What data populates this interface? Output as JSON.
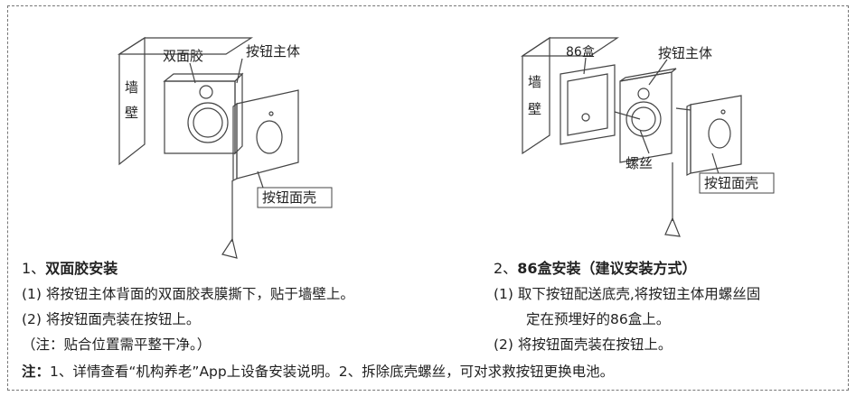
{
  "figure1": {
    "label_tape": "双面胶",
    "label_body": "按钮主体",
    "label_wall_1": "墙",
    "label_wall_2": "壁",
    "label_cover": "按钮面壳"
  },
  "figure2": {
    "label_box": "86盒",
    "label_body": "按钮主体",
    "label_wall_1": "墙",
    "label_wall_2": "壁",
    "label_screw": "螺丝",
    "label_cover": "按钮面壳"
  },
  "section1": {
    "num": "1、",
    "title": "双面胶安装",
    "step1": "(1) 将按钮主体背面的双面胶表膜撕下，贴于墙壁上。",
    "step2": "(2) 将按钮面壳装在按钮上。",
    "step3": "（注：贴合位置需平整干净。）"
  },
  "section2": {
    "num": "2、",
    "title": "86盒安装（建议安装方式）",
    "step1": "(1) 取下按钮配送底壳,将按钮主体用螺丝固",
    "step1b": "定在预埋好的86盒上。",
    "step2": "(2) 将按钮面壳装在按钮上。"
  },
  "note": {
    "label": "注：",
    "text": "1、详情查看“机构养老”App上设备安装说明。2、拆除底壳螺丝，可对求救按钮更换电池。"
  }
}
